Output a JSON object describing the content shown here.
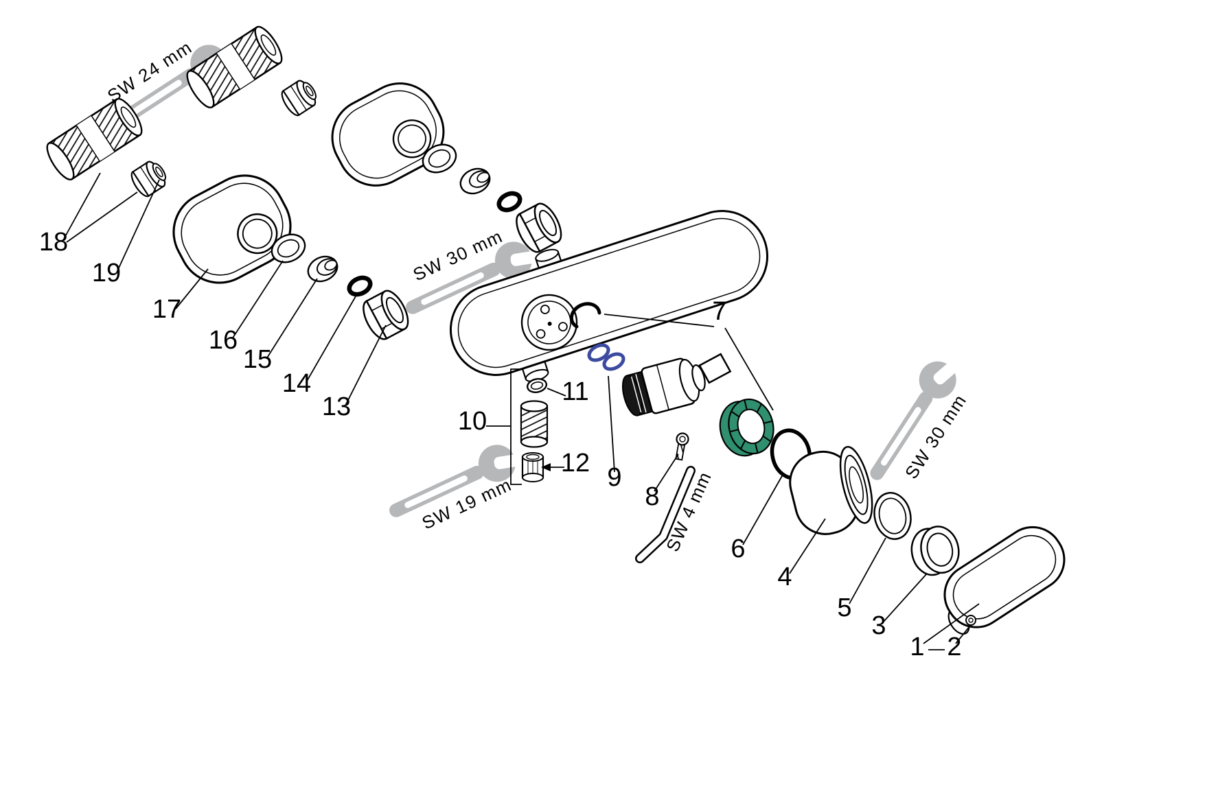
{
  "diagram": {
    "part_labels": [
      "1",
      "2",
      "3",
      "4",
      "5",
      "6",
      "7",
      "8",
      "9",
      "10",
      "11",
      "12",
      "13",
      "14",
      "15",
      "16",
      "17",
      "18",
      "19"
    ],
    "tool_labels": {
      "wrench_top_left": "SW 24 mm",
      "wrench_center": "SW 30 mm",
      "wrench_bottom": "SW 19 mm",
      "allen_key": "SW 4 mm",
      "wrench_right": "SW 30 mm"
    }
  },
  "colors": {
    "line": "#000000",
    "background": "#ffffff",
    "wrench_gray": "#b5b7b9",
    "highlight_green": "#2f8f6e",
    "highlight_blue": "#3c4ba0"
  }
}
